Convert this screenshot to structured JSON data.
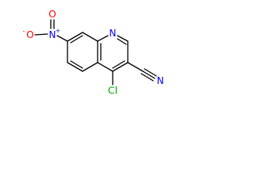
{
  "structure": {
    "atoms": {
      "O_minus": {
        "symbol": "O",
        "charge": "-",
        "color": "#ff0000"
      },
      "N_nitro": {
        "symbol": "N",
        "charge": "+",
        "color": "#0000ff"
      },
      "O_double": {
        "symbol": "O",
        "color": "#ff0000"
      },
      "N_ring": {
        "symbol": "N",
        "color": "#0000ff"
      },
      "Cl": {
        "symbol": "Cl",
        "color": "#00aa00"
      },
      "N_nitrile": {
        "symbol": "N",
        "color": "#0000ff"
      }
    },
    "bond_color": "#000000"
  }
}
